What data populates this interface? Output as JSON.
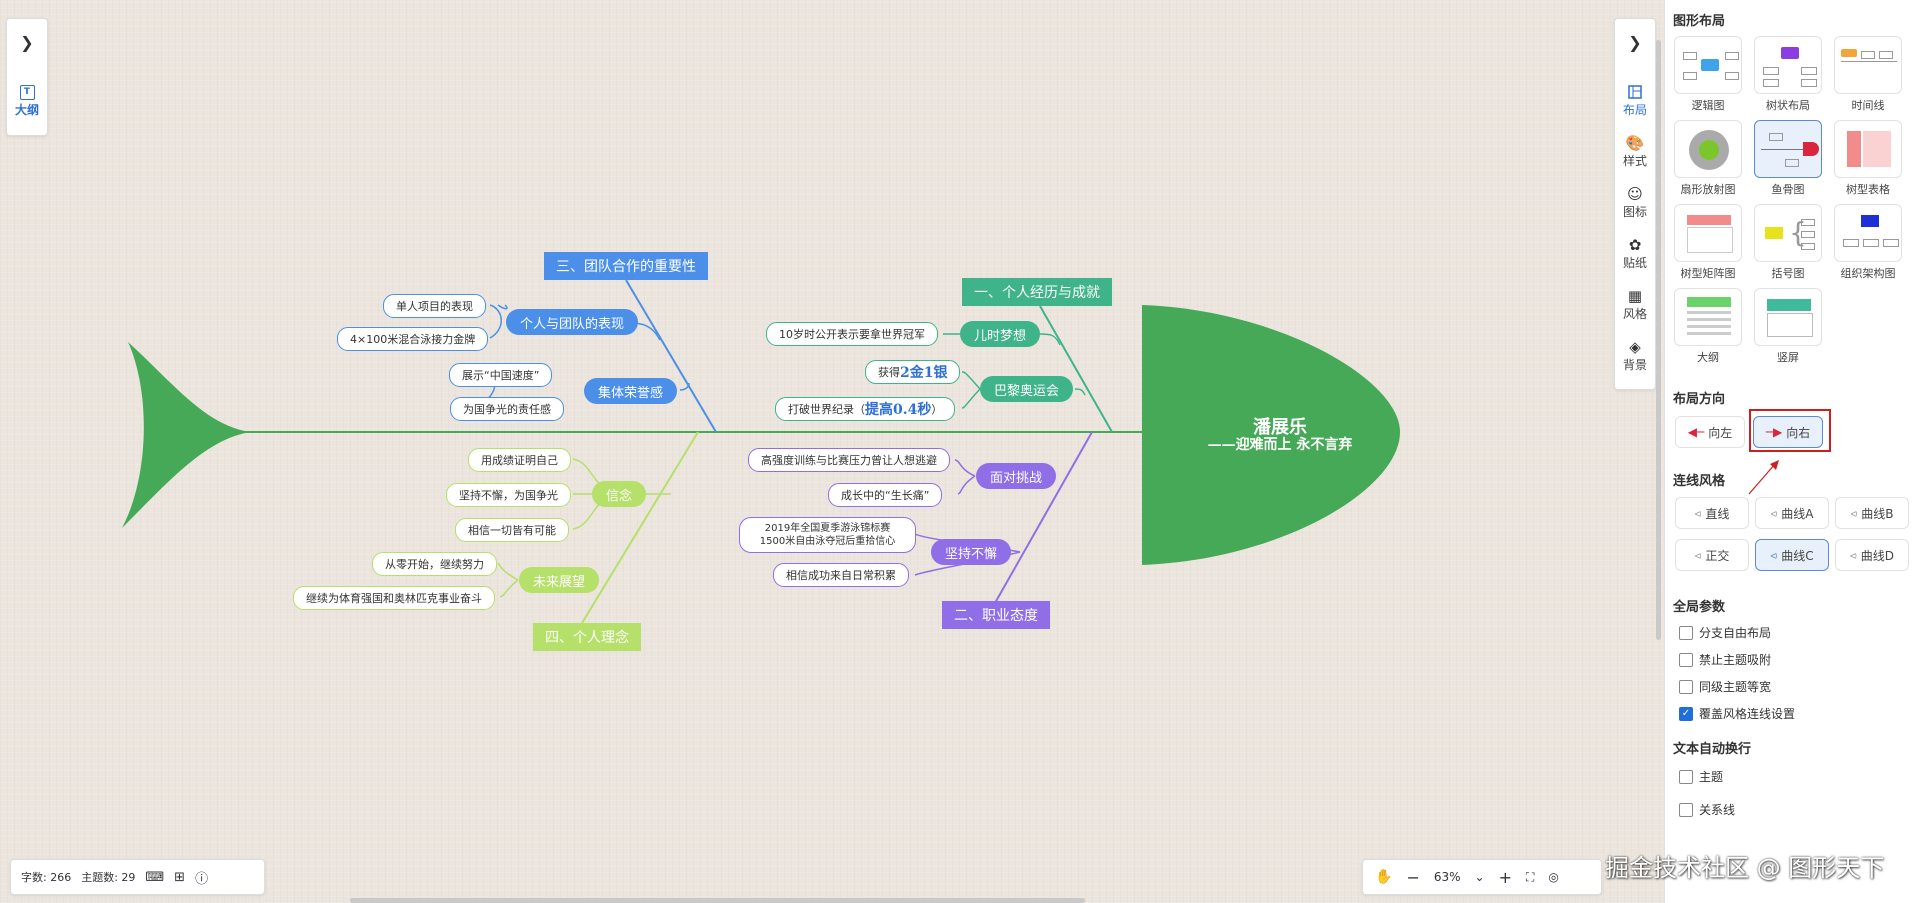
{
  "left_toolbar": {
    "expand_icon": "chevron-right-icon",
    "outline_label": "大纲"
  },
  "right_toolbar": {
    "items": [
      {
        "label": "布局",
        "icon": "layout-icon",
        "active": true
      },
      {
        "label": "样式",
        "icon": "palette-icon",
        "active": false
      },
      {
        "label": "图标",
        "icon": "smiley-icon",
        "active": false
      },
      {
        "label": "贴纸",
        "icon": "sticker-icon",
        "active": false
      },
      {
        "label": "风格",
        "icon": "grid-icon",
        "active": false
      },
      {
        "label": "背景",
        "icon": "layers-icon",
        "active": false
      }
    ]
  },
  "mindmap": {
    "root_title": "潘展乐",
    "root_subtitle": "——迎难而上 永不言弃",
    "branches": [
      {
        "label": "三、团队合作的重要性",
        "color": "#4b8fe8",
        "subs": [
          {
            "label": "个人与团队的表现",
            "leaves": [
              "单人项目的表现",
              "4×100米混合泳接力金牌"
            ]
          },
          {
            "label": "集体荣誉感",
            "leaves": [
              "展示“中国速度”",
              "为国争光的责任感"
            ]
          }
        ]
      },
      {
        "label": "一、个人经历与成就",
        "color": "#3fb38a",
        "subs": [
          {
            "label": "儿时梦想",
            "leaves": [
              "10岁时公开表示要拿世界冠军"
            ]
          },
          {
            "label": "巴黎奥运会",
            "leaves": [
              "获得2金1银",
              "打破世界纪录（提高0.4秒）"
            ]
          }
        ]
      },
      {
        "label": "四、个人理念",
        "color": "#b5e06a",
        "subs": [
          {
            "label": "信念",
            "leaves": [
              "用成绩证明自己",
              "坚持不懈，为国争光",
              "相信一切皆有可能"
            ]
          },
          {
            "label": "未来展望",
            "leaves": [
              "从零开始，继续努力",
              "继续为体育强国和奥林匹克事业奋斗"
            ]
          }
        ]
      },
      {
        "label": "二、职业态度",
        "color": "#8f6ee8",
        "subs": [
          {
            "label": "面对挑战",
            "leaves": [
              "高强度训练与比赛压力曾让人想逃避",
              "成长中的“生长痛”"
            ]
          },
          {
            "label": "坚持不懈",
            "leaves": [
              "2019年全国夏季游泳锦标赛1500米自由泳夺冠后重拾信心",
              "相信成功来自日常积累"
            ]
          }
        ]
      }
    ],
    "rich_text": {
      "medal_prefix": "获得",
      "medal_bold": "2金1银",
      "record_prefix": "打破世界纪录（",
      "record_bold": "提高0.4秒",
      "record_suffix": "）"
    },
    "leaf_split": {
      "a": "2019年全国夏季游泳锦标赛",
      "b": "1500米自由泳夺冠后重拾信心"
    }
  },
  "status_bar": {
    "word_count": "字数: 266",
    "topic_count": "主题数: 29"
  },
  "zoom_bar": {
    "zoom": "63%",
    "hand_icon": "hand-icon",
    "minus": "−",
    "plus": "+"
  },
  "panel": {
    "layout_title": "图形布局",
    "layouts": [
      {
        "label": "逻辑图",
        "selected": false
      },
      {
        "label": "树状布局",
        "selected": false
      },
      {
        "label": "时间线",
        "selected": false
      },
      {
        "label": "扇形放射图",
        "selected": false
      },
      {
        "label": "鱼骨图",
        "selected": true
      },
      {
        "label": "树型表格",
        "selected": false
      },
      {
        "label": "树型矩阵图",
        "selected": false
      },
      {
        "label": "括号图",
        "selected": false
      },
      {
        "label": "组织架构图",
        "selected": false
      },
      {
        "label": "大纲",
        "selected": false
      },
      {
        "label": "竖屏",
        "selected": false
      }
    ],
    "direction_title": "布局方向",
    "directions": [
      {
        "label": "向左",
        "selected": false
      },
      {
        "label": "向右",
        "selected": true
      }
    ],
    "line_title": "连线风格",
    "lines": [
      {
        "label": "直线",
        "selected": false
      },
      {
        "label": "曲线A",
        "selected": false
      },
      {
        "label": "曲线B",
        "selected": false
      },
      {
        "label": "正交",
        "selected": false
      },
      {
        "label": "曲线C",
        "selected": true
      },
      {
        "label": "曲线D",
        "selected": false
      }
    ],
    "global_title": "全局参数",
    "global_opts": [
      {
        "label": "分支自由布局",
        "checked": false
      },
      {
        "label": "禁止主题吸附",
        "checked": false
      },
      {
        "label": "同级主题等宽",
        "checked": false
      },
      {
        "label": "覆盖风格连线设置",
        "checked": true
      }
    ],
    "wrap_title": "文本自动换行",
    "wrap_opts": [
      {
        "label": "主题",
        "checked": false
      },
      {
        "label": "关系线",
        "checked": false
      }
    ]
  },
  "watermark": "掘金技术社区 @ 图形天下",
  "colors": {
    "fish": "#45a957",
    "highlight": "#cc1f1f",
    "accent": "#2f6fd6"
  }
}
